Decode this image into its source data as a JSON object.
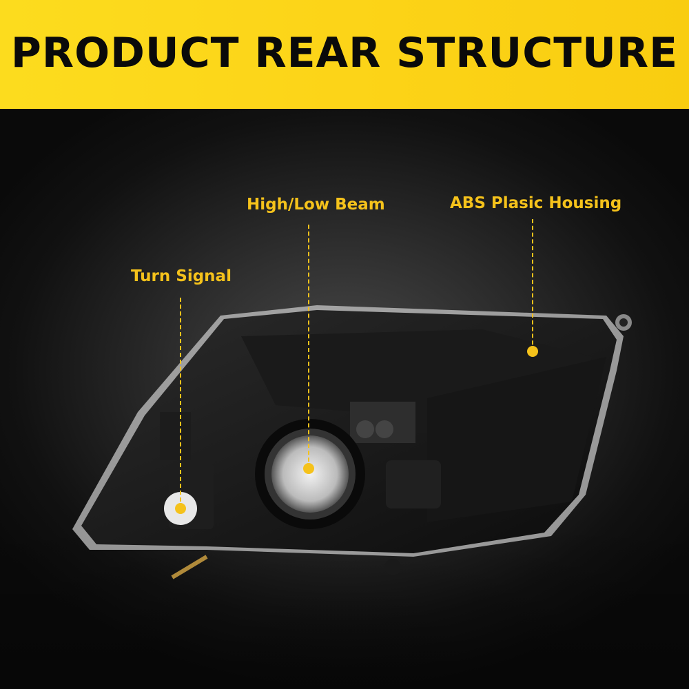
{
  "header": {
    "title": "PRODUCT REAR STRUCTURE"
  },
  "callouts": [
    {
      "label": "Turn Signal"
    },
    {
      "label": "High/Low Beam"
    },
    {
      "label": "ABS Plasic Housing"
    }
  ],
  "colors": {
    "banner": "#fcd418",
    "accent": "#f5c21b",
    "background": "#2a2a2a"
  }
}
